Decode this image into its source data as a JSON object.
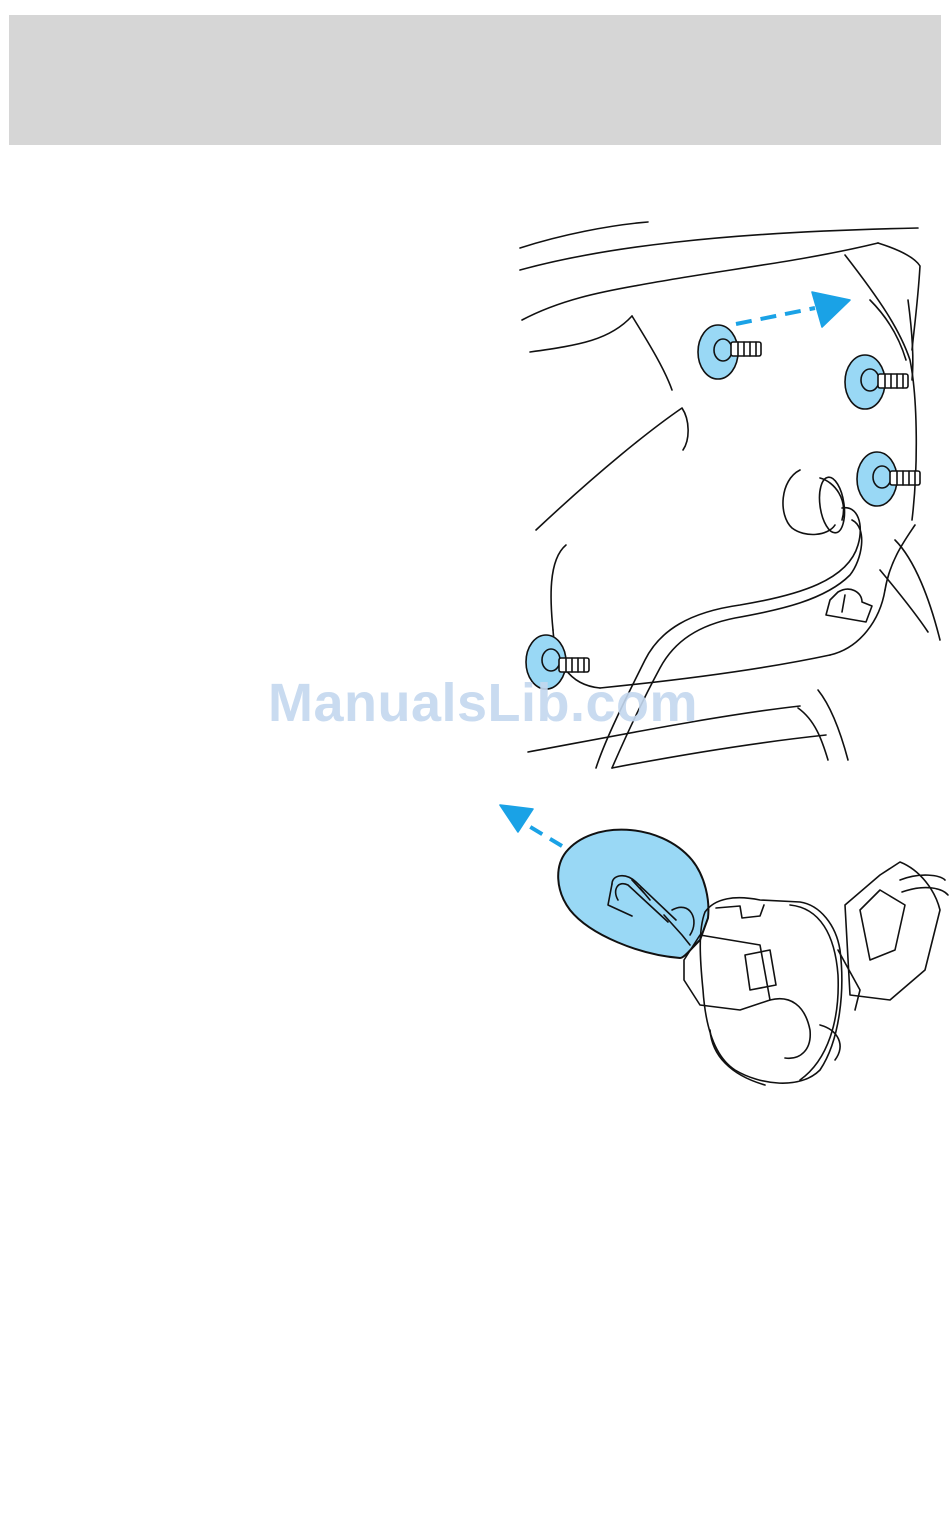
{
  "colors": {
    "header_band": "#d6d6d6",
    "highlight_fill": "#99d8f5",
    "arrow_blue": "#1aa2e6",
    "line_art": "#111111",
    "watermark": "#c4d8ef"
  },
  "figure_top": {
    "subject": "tail-lamp-assembly-bolts",
    "bolts_highlighted": 4
  },
  "figure_bottom": {
    "subject": "bulb-removal-from-socket"
  },
  "watermark": {
    "text": "ManualsLib.com"
  }
}
